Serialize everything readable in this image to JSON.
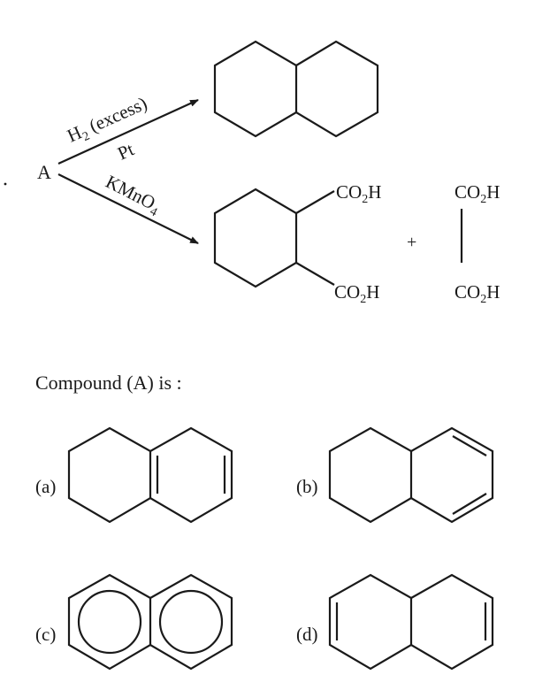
{
  "reaction": {
    "reactant": "A",
    "upper_reagent": "H",
    "upper_reagent_sub": "2",
    "upper_reagent_rest": " (excess)",
    "upper_catalyst": "Pt",
    "lower_reagent": "KMnO",
    "lower_reagent_sub": "4",
    "plus": "+",
    "acid_group": "CO",
    "acid_group_sub": "2",
    "acid_group_end": "H"
  },
  "question": {
    "text": "Compound (A) is :"
  },
  "options": [
    {
      "label": "(a)"
    },
    {
      "label": "(b)"
    },
    {
      "label": "(c)"
    },
    {
      "label": "(d)"
    }
  ]
}
